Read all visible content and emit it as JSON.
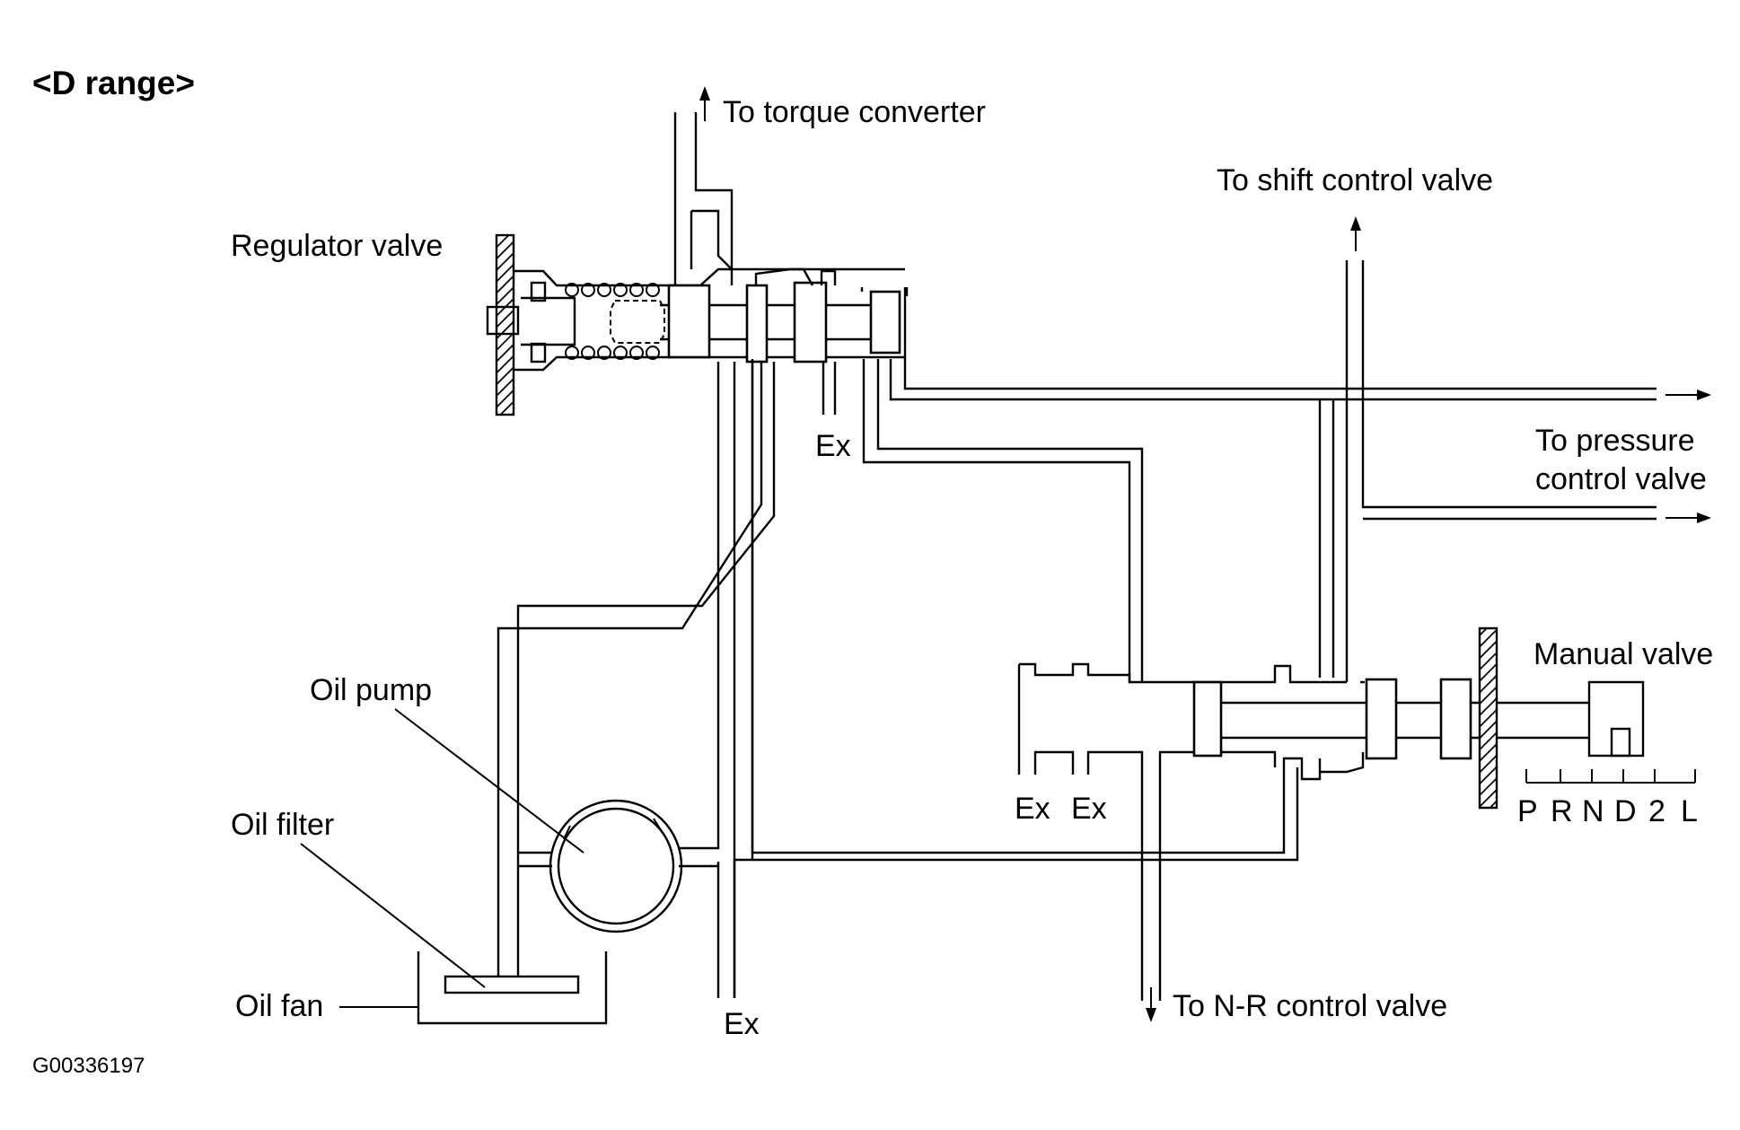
{
  "title": "<D range>",
  "figure_code": "G00336197",
  "labels": {
    "regulator_valve": "Regulator valve",
    "to_torque_converter": "To torque converter",
    "to_shift_control_valve": "To shift control valve",
    "to_pressure_control_valve_line1": "To pressure",
    "to_pressure_control_valve_line2": "control valve",
    "manual_valve": "Manual valve",
    "oil_pump": "Oil pump",
    "oil_filter": "Oil filter",
    "oil_pan": "Oil fan",
    "to_nr_control_valve": "To N-R control valve",
    "exhaust": "Ex"
  },
  "shift_positions": [
    "P",
    "R",
    "N",
    "D",
    "2",
    "L"
  ]
}
